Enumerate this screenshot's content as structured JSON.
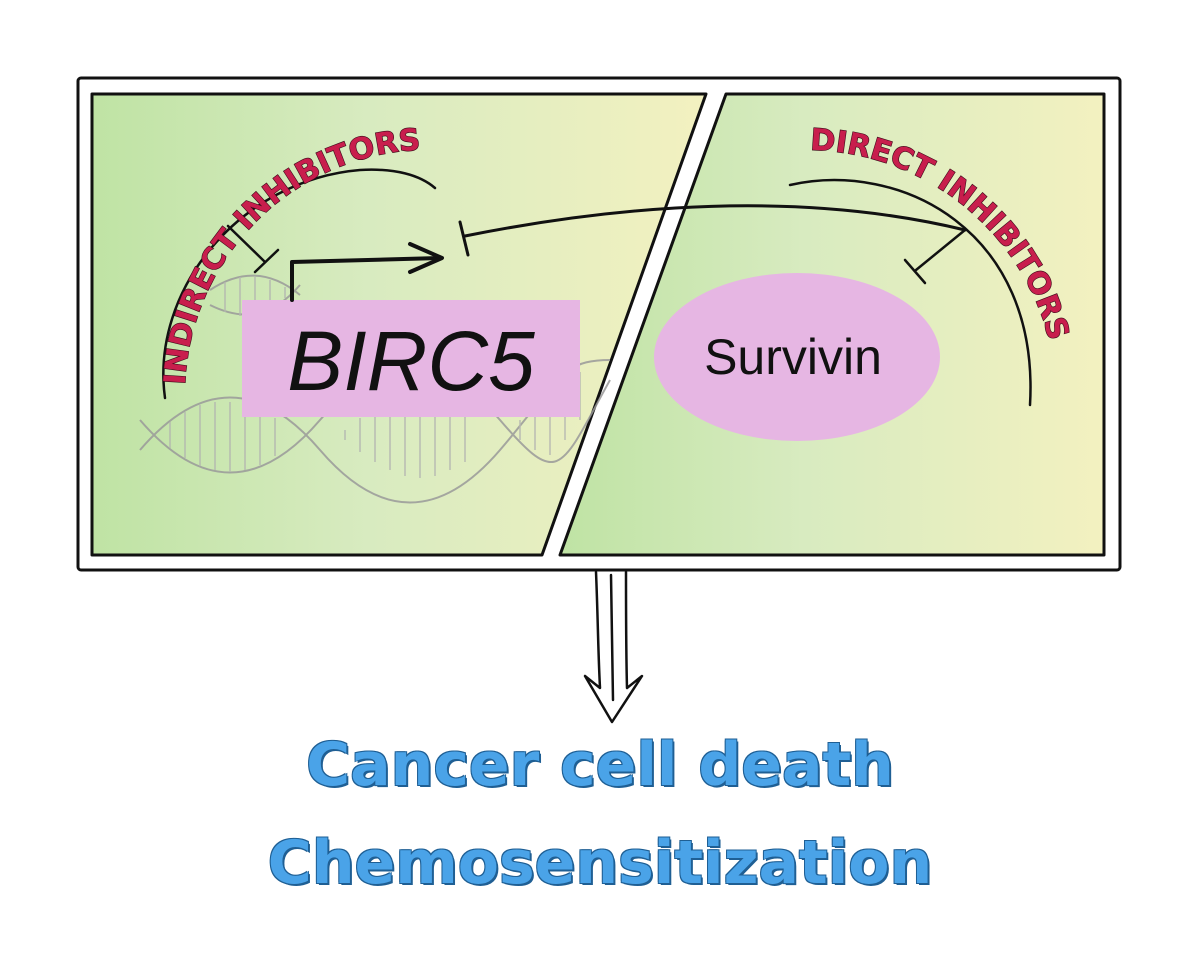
{
  "panel": {
    "left_label": "INDIRECT INHIBITORS",
    "right_label": "DIRECT INHIBITORS",
    "gene_label": "BIRC5",
    "protein_label": "Survivin"
  },
  "outcome": {
    "line1": "Cancer cell death",
    "line2": "Chemosensitization"
  },
  "colors": {
    "panel_green": "#bfe3a4",
    "panel_yellow": "#f3f1c0",
    "gene_box": "#e6b6e3",
    "protein_ellipse": "#e6b6e3",
    "inhibitor_text": "#c81e4d",
    "outcome_text": "#4aa3e8"
  }
}
